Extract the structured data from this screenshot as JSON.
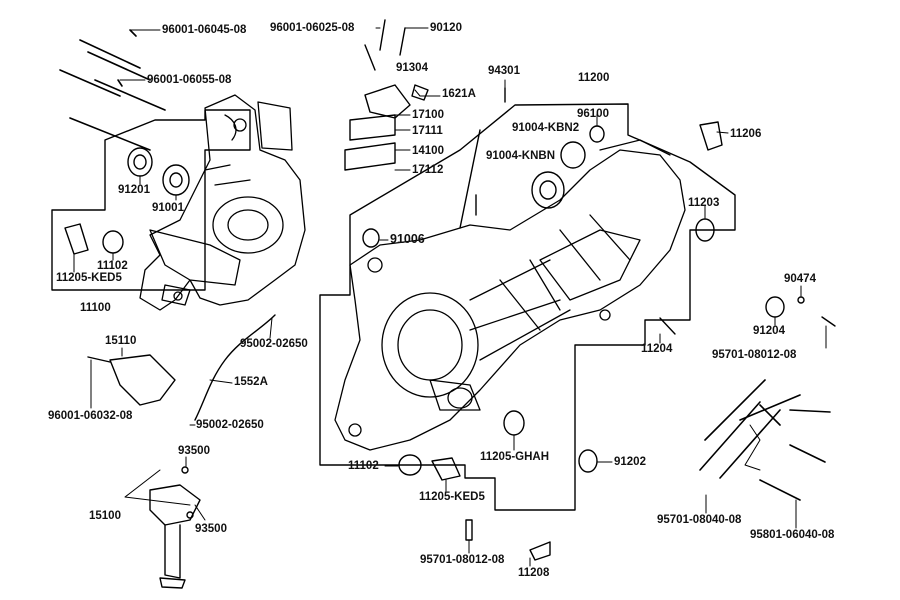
{
  "labels": {
    "l1": "96001-06045-08",
    "l2": "96001-06025-08",
    "l3": "90120",
    "l4": "96001-06055-08",
    "l5": "91304",
    "l6": "1621A",
    "l7": "94301",
    "l8": "11200",
    "l9": "17100",
    "l10": "17111",
    "l11": "96100",
    "l12": "91004-KBN2",
    "l13": "11206",
    "l14": "14100",
    "l15": "17112",
    "l16": "91004-KNBN",
    "l17": "91201",
    "l18": "91001",
    "l19": "11203",
    "l20": "91006",
    "l21": "11102",
    "l22": "11205-KED5",
    "l23": "11100",
    "l24": "90474",
    "l25": "91204",
    "l26": "95701-08012-08",
    "l27": "15110",
    "l28": "95002-02650",
    "l29": "11204",
    "l30": "1552A",
    "l31": "96001-06032-08",
    "l32": "95002-02650",
    "l33": "93500",
    "l34": "11205-GHAH",
    "l35": "91202",
    "l36": "11102",
    "l37": "15100",
    "l38": "11205-KED5",
    "l39": "93500",
    "l40": "95701-08040-08",
    "l41": "95801-06040-08",
    "l42": "95701-08012-08",
    "l43": "11208"
  }
}
